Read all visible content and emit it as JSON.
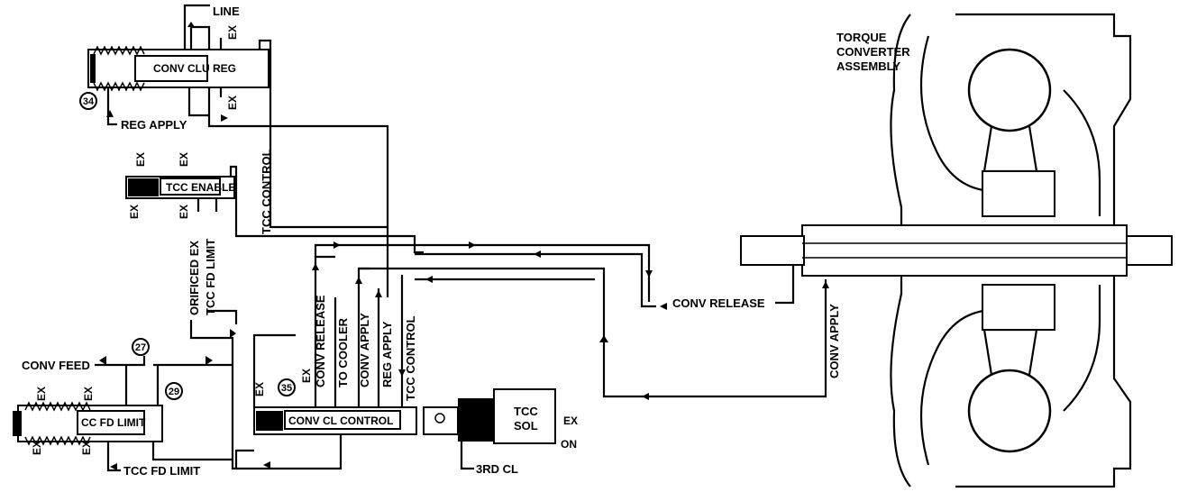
{
  "diagram": {
    "labels": {
      "line": "LINE",
      "ex": "EX",
      "conv_clu_reg": "CONV CLU REG",
      "reg_apply_top": "REG APPLY",
      "tcc_control_vert": "TCC CONTROL",
      "tcc_enable": "TCC ENABLE",
      "orificed_ex": "ORIFICED EX",
      "tcc_fd_limit_vert": "TCC FD LIMIT",
      "conv_feed": "CONV FEED",
      "cc_fd_limit": "CC FD LIMIT",
      "tcc_fd_limit_bottom": "TCC FD LIMIT",
      "conv_release_vert": "CONV RELEASE",
      "to_cooler": "TO COOLER",
      "conv_apply_vert": "CONV APPLY",
      "reg_apply_vert": "REG APPLY",
      "tcc_control_vert2": "TCC CONTROL",
      "conv_cl_control": "CONV CL CONTROL",
      "tcc_sol_1": "TCC",
      "tcc_sol_2": "SOL",
      "on": "ON",
      "third_cl": "3RD CL",
      "conv_release_h": "CONV RELEASE",
      "conv_apply_right": "CONV APPLY",
      "torque_1": "TORQUE",
      "torque_2": "CONVERTER",
      "torque_3": "ASSEMBLY"
    },
    "check_balls": [
      "34",
      "27",
      "29",
      "35"
    ]
  }
}
